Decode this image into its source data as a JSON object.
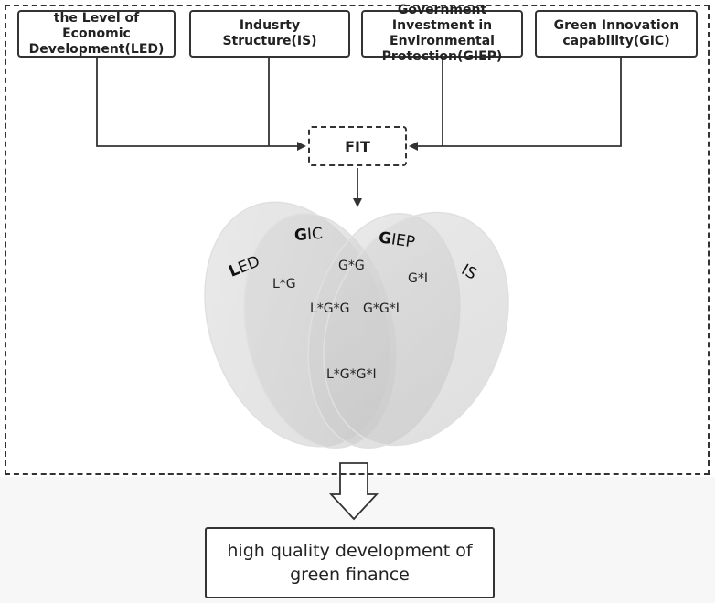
{
  "factors": [
    {
      "id": "led",
      "label": "the Level of Economic Development(LED)"
    },
    {
      "id": "is",
      "label": "Indusrty Structure(IS)"
    },
    {
      "id": "giep",
      "label": "Government Investment in Environmental Protection(GIEP)"
    },
    {
      "id": "gic",
      "label": "Green Innovation capability(GIC)"
    }
  ],
  "fit_label": "FIT",
  "venn": {
    "sets": {
      "led_bold": "L",
      "led_rest": "ED",
      "gic_bold": "G",
      "gic_rest": "IC",
      "giep_bold": "G",
      "giep_rest": "IEP",
      "is": "IS"
    },
    "intersections": {
      "l_g": "L*G",
      "g_g": "G*G",
      "g_i": "G*I",
      "l_g_g": "L*G*G",
      "g_g_i": "G*G*I",
      "l_g_g_i": "L*G*G*I"
    }
  },
  "outcome": "high quality development of green finance"
}
